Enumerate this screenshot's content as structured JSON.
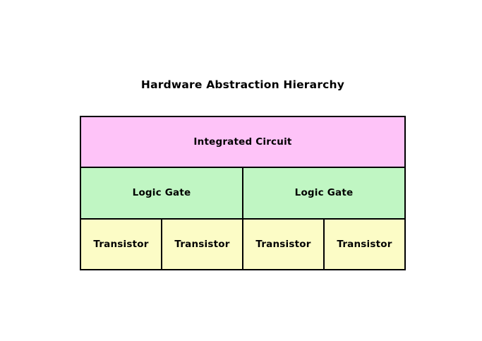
{
  "title": "Hardware Abstraction Hierarchy",
  "colors": {
    "integrated_circuit": "#fec3f8",
    "logic_gate": "#c0f6c3",
    "transistor": "#fcfcc6",
    "border": "#000000",
    "background": "#ffffff",
    "text": "#000000"
  },
  "diagram": {
    "levels": [
      {
        "name": "integrated-circuit-level",
        "nodes": [
          {
            "label": "Integrated Circuit"
          }
        ]
      },
      {
        "name": "logic-gate-level",
        "nodes": [
          {
            "label": "Logic Gate"
          },
          {
            "label": "Logic Gate"
          }
        ]
      },
      {
        "name": "transistor-level",
        "nodes": [
          {
            "label": "Transistor"
          },
          {
            "label": "Transistor"
          },
          {
            "label": "Transistor"
          },
          {
            "label": "Transistor"
          }
        ]
      }
    ]
  }
}
